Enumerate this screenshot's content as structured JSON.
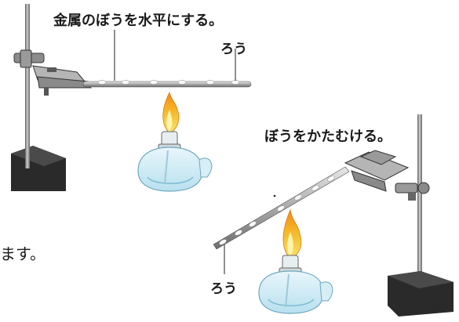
{
  "labels": {
    "horizontal_instruction": "金属のぼうを水平にする。",
    "horizontal_wax": "ろう",
    "tilted_instruction": "ぼうをかたむける。",
    "tilted_wax": "ろう",
    "side_text": "ます。"
  }
}
